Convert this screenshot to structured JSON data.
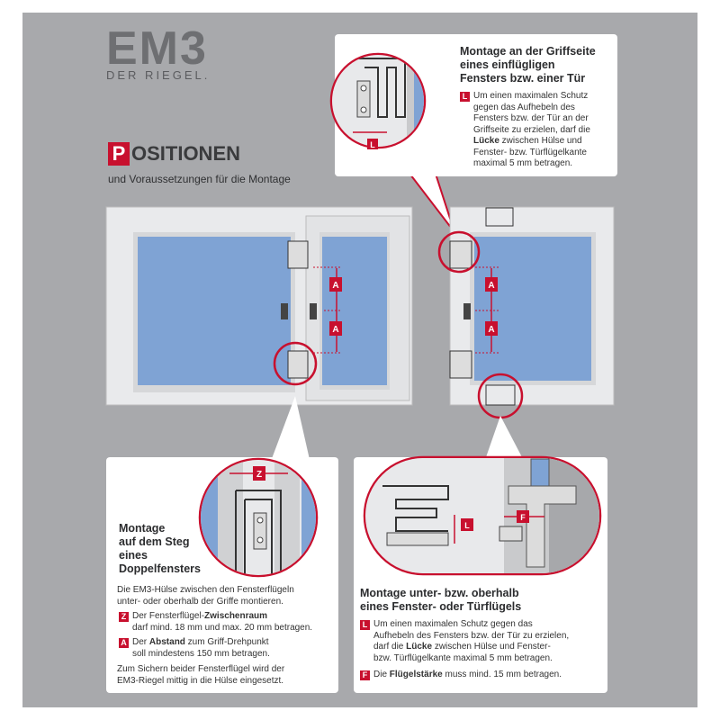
{
  "logo": {
    "mark": "EM3",
    "sub": "DER RIEGEL."
  },
  "title": {
    "badge": "P",
    "rest": "OSITIONEN",
    "subtitle": "und Voraussetzungen für die Montage"
  },
  "labels": {
    "A": "A",
    "Z": "Z",
    "L": "L",
    "F": "F"
  },
  "top_bubble": {
    "heading": [
      "Montage an der Griffseite",
      "eines einflügligen",
      "Fensters bzw. einer Tür"
    ],
    "item_tag": "L",
    "item_lines": [
      "Um einen maximalen Schutz",
      "gegen das Aufhebeln des",
      "Fensters bzw. der Tür an der",
      "Griffseite zu erzielen, darf die"
    ],
    "item_bold": "Lücke",
    "item_after_bold": " zwischen Hülse und",
    "item_tail": [
      "Fenster- bzw. Türflügelkante",
      "maximal 5 mm betragen."
    ]
  },
  "left_bubble": {
    "heading": [
      "Montage",
      "auf dem Steg",
      "eines",
      "Doppelfensters"
    ],
    "intro": [
      "Die EM3-Hülse zwischen den Fensterflügeln",
      "unter- oder oberhalb der Griffe montieren."
    ],
    "z_pre": "Der Fensterflügel-",
    "z_bold": "Zwischenraum",
    "z_line2": "darf mind. 18 mm und max. 20 mm betragen.",
    "a_pre": "Der ",
    "a_bold": "Abstand",
    "a_post": " zum Griff-Drehpunkt",
    "a_line2": "soll mindestens 150 mm betragen.",
    "outro": [
      "Zum Sichern beider Fensterflügel wird der",
      "EM3-Riegel mittig in die Hülse eingesetzt."
    ]
  },
  "right_bubble": {
    "heading": [
      "Montage unter- bzw. oberhalb",
      "eines Fenster- oder Türflügels"
    ],
    "l_lines": [
      "Um einen maximalen Schutz gegen das",
      "Aufhebeln des Fensters bzw. der Tür zu erzielen,"
    ],
    "l_pre": "darf die ",
    "l_bold": "Lücke",
    "l_post": " zwischen Hülse und Fenster-",
    "l_tail": "bzw. Türflügelkante maximal 5 mm betragen.",
    "f_pre": "Die ",
    "f_bold": "Flügelstärke",
    "f_post": " muss mind. 15 mm betragen."
  },
  "colors": {
    "accent": "#c8102e",
    "glass": "#7fa3d4",
    "panel": "#a8a9ac",
    "frame": "#e9eaec"
  }
}
